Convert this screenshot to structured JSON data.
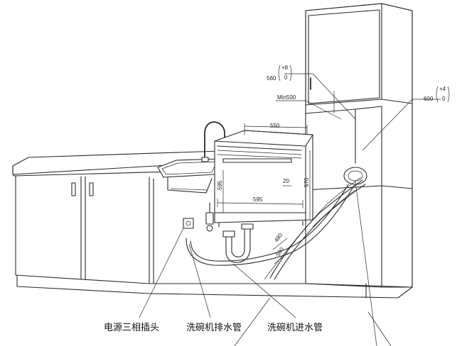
{
  "dimensions": {
    "depth_560": "560",
    "tol_560_upper": "+8",
    "tol_560_lower": "0",
    "min500": "Min500",
    "width_550": "550",
    "depth_600": "600",
    "tol_600_upper": "+4",
    "tol_600_lower": "0",
    "height_595": "595",
    "width_595": "595",
    "depth_570": "570",
    "gap_20": "20",
    "hose_480": "480",
    "hose_500": "500"
  },
  "labels": {
    "power_socket": "电源三相插头",
    "drain_hose": "洗碗机排水管",
    "inlet_hose": "洗碗机进水管"
  }
}
